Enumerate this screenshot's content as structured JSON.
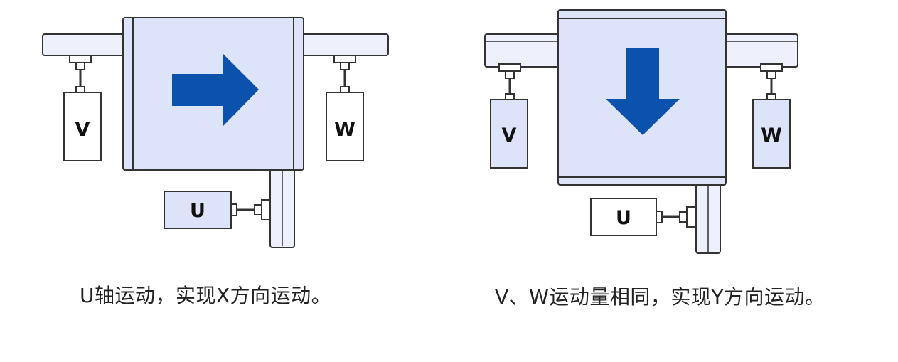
{
  "left_diagram": {
    "actuator_labels": {
      "v": "V",
      "w": "W",
      "u": "U"
    },
    "caption": "U轴运动，实现X方向运动。",
    "arrow_direction": "right"
  },
  "right_diagram": {
    "actuator_labels": {
      "v": "V",
      "w": "W",
      "u": "U"
    },
    "caption": "V、W运动量相同，实现Y方向运动。",
    "arrow_direction": "down"
  },
  "colors": {
    "stage_fill": "#dde3f8",
    "arrow_fill": "#0b52ad",
    "outline": "#333333",
    "rail_fill": "#eef1fb"
  }
}
